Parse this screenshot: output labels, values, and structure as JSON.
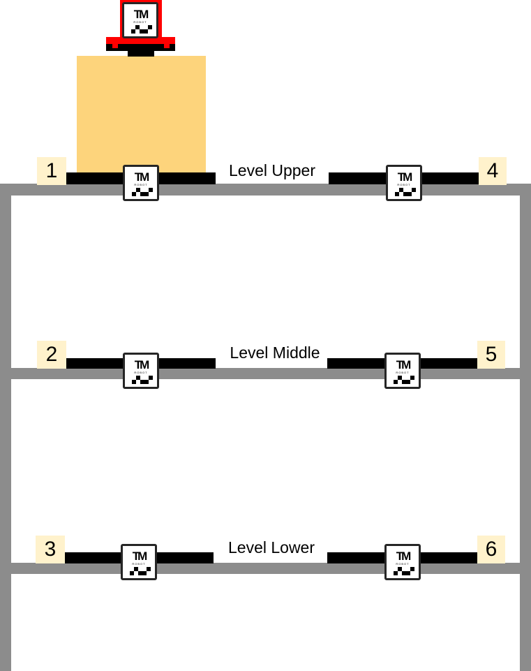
{
  "levels": [
    {
      "label": "Level Upper",
      "left_number": "1",
      "right_number": "4"
    },
    {
      "label": "Level Middle",
      "left_number": "2",
      "right_number": "5"
    },
    {
      "label": "Level Lower",
      "left_number": "3",
      "right_number": "6"
    }
  ],
  "marker": {
    "logo": "TM",
    "sub": "ROBOT"
  },
  "colors": {
    "frame": "#8c8c8c",
    "box": "#fdd47c",
    "robot": "#ff0000",
    "label_bg": "#fff2cc"
  }
}
